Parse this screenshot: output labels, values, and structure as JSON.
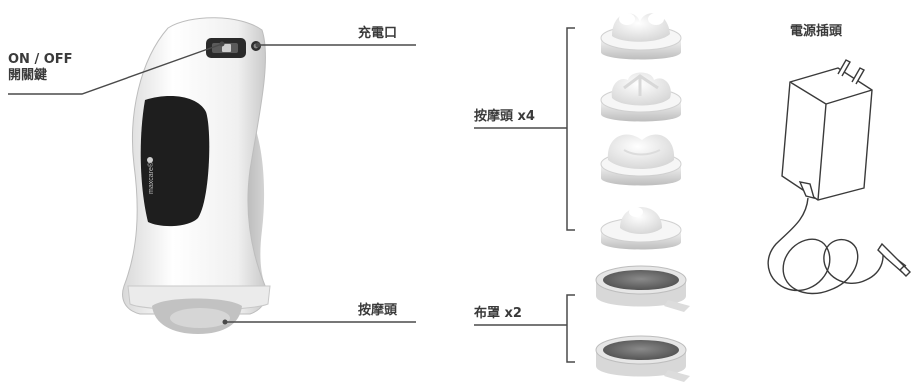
{
  "labels": {
    "power_switch_line1": "ON / OFF",
    "power_switch_line2": "開關鍵",
    "charging_port": "充電口",
    "massage_head": "按摩頭",
    "massage_heads_set": "按摩頭 x4",
    "cloth_covers": "布罩 x2",
    "power_adapter": "電源插頭"
  },
  "device": {
    "logo_text": "maxcare®"
  },
  "colors": {
    "label_text": "#3a3a3a",
    "leader_line": "#4a4a4a",
    "device_body": "#f2f2f2",
    "display_panel": "#1e1e1e",
    "attachment": "#ededed",
    "cloth": "#6e6e6e"
  },
  "icons": [
    "massager-device",
    "massage-attachment",
    "cloth-cover",
    "power-adapter"
  ]
}
